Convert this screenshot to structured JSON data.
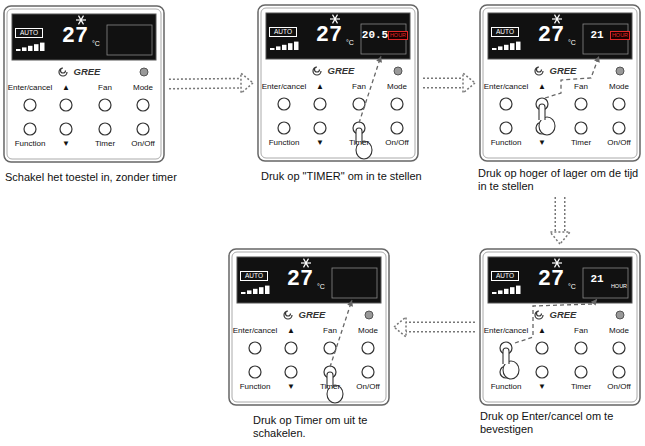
{
  "diagram": {
    "nodes": [
      {
        "text": [
          "AUTO",
          "27",
          "°C",
          "GREE",
          "Enter/cancel",
          "▲",
          "Fan",
          "Mode",
          "Function",
          "▼",
          "Timer",
          "On/Off",
          "Schakel het toestel in, zonder timer"
        ]
      },
      {
        "text": [
          "AUTO",
          "27",
          "°C",
          "GREE",
          "Enter/cancel",
          "▲",
          "Fan",
          "Mode",
          "Function",
          "▼",
          "Timer",
          "On/Off",
          "20.5",
          "HOUR",
          "Druk op \"TIMER\" om in te stellen"
        ]
      },
      {
        "text": [
          "AUTO",
          "27",
          "°C",
          "GREE",
          "Enter/cancel",
          "▲",
          "Fan",
          "Mode",
          "Function",
          "▼",
          "Timer",
          "On/Off",
          "21",
          "HOUR",
          "Druk op hoger of lager om de tijd in te stellen"
        ]
      },
      {
        "text": [
          "AUTO",
          "27",
          "°C",
          "GREE",
          "Enter/cancel",
          "▲",
          "Fan",
          "Mode",
          "Function",
          "▼",
          "Timer",
          "On/Off",
          "21",
          "HOUR",
          "Druk op Enter/cancel om te bevestigen"
        ]
      },
      {
        "text": [
          "AUTO",
          "27",
          "°C",
          "GREE",
          "Enter/cancel",
          "▲",
          "Fan",
          "Mode",
          "Function",
          "▼",
          "Timer",
          "On/Off",
          "Druk op Timer om uit te schakelen."
        ]
      }
    ],
    "edges": [
      {
        "from": 0,
        "to": 1,
        "arrow": "to"
      },
      {
        "from": 1,
        "to": 2,
        "arrow": "to"
      },
      {
        "from": 2,
        "to": 3,
        "arrow": "to"
      },
      {
        "from": 3,
        "to": 4,
        "arrow": "to"
      }
    ]
  }
}
